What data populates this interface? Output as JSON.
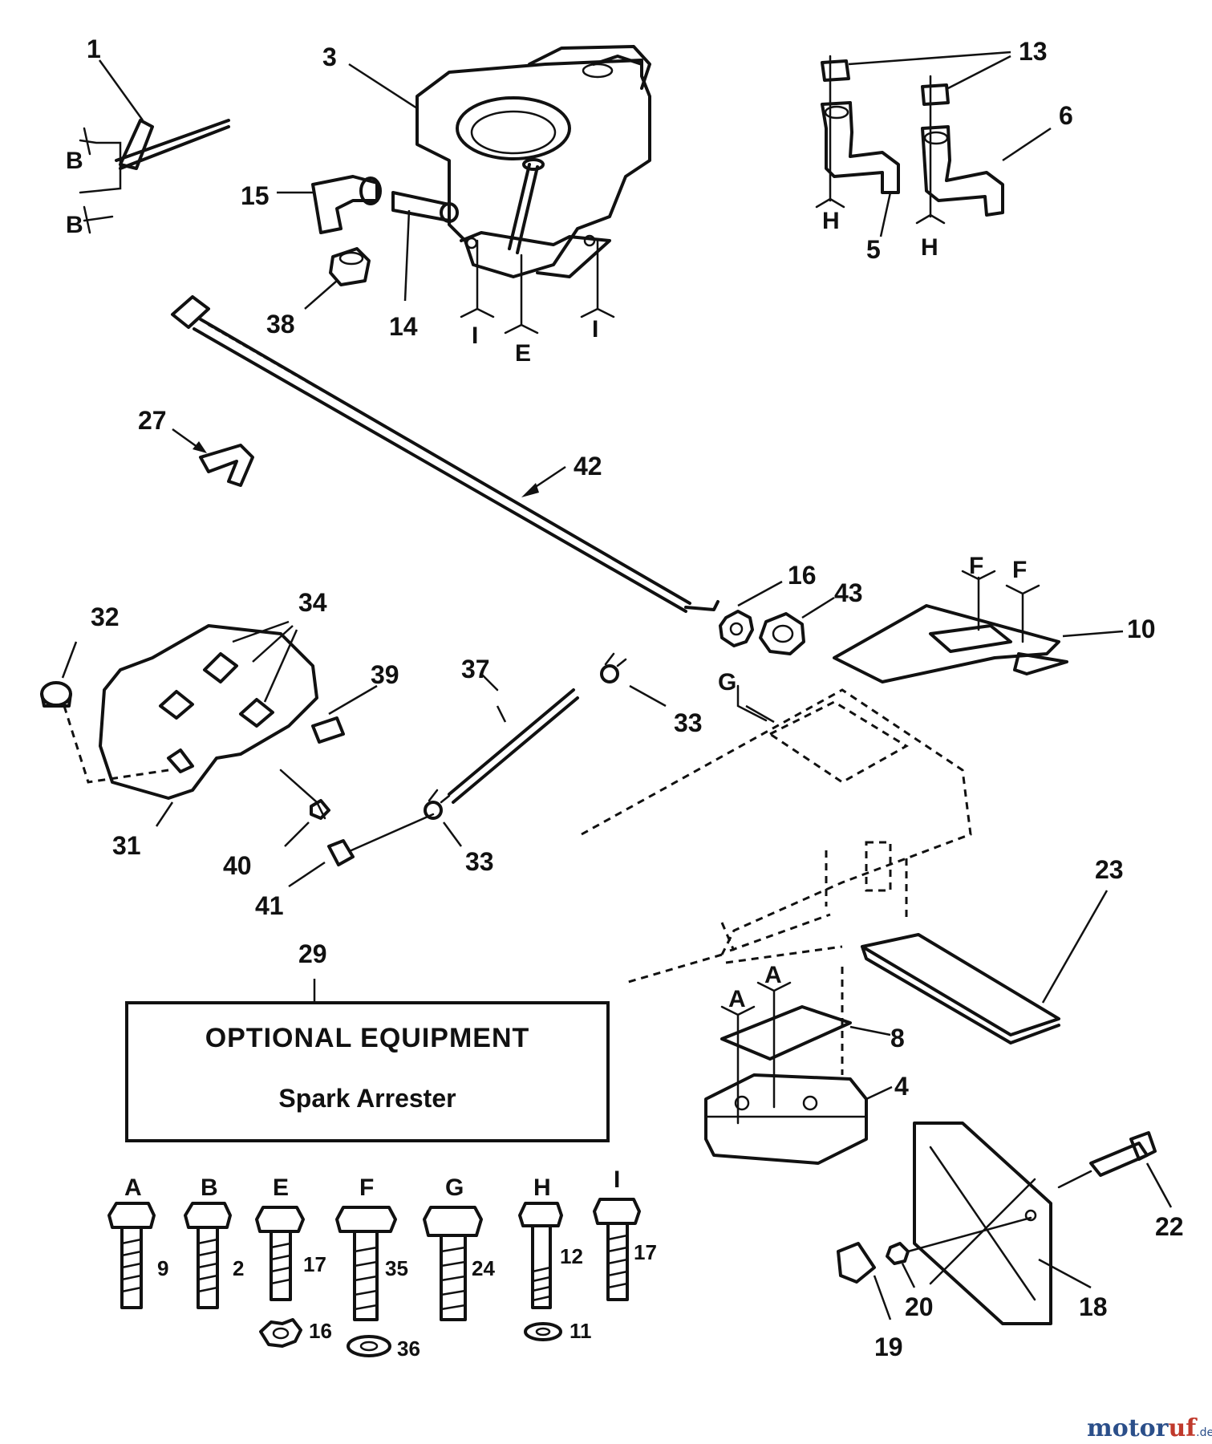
{
  "callouts": {
    "c1": "1",
    "c2": "2",
    "c3": "3",
    "c4": "4",
    "c5": "5",
    "c6": "6",
    "c8": "8",
    "c9": "9",
    "c10": "10",
    "c11": "11",
    "c12": "12",
    "c13": "13",
    "c14": "14",
    "c15": "15",
    "c16a": "16",
    "c16b": "16",
    "c17a": "17",
    "c17b": "17",
    "c18": "18",
    "c19": "19",
    "c20": "20",
    "c22": "22",
    "c23": "23",
    "c24": "24",
    "c27": "27",
    "c29": "29",
    "c31": "31",
    "c32": "32",
    "c33a": "33",
    "c33b": "33",
    "c34": "34",
    "c35": "35",
    "c36": "36",
    "c37": "37",
    "c38": "38",
    "c39": "39",
    "c40": "40",
    "c41": "41",
    "c42": "42",
    "c43": "43"
  },
  "letters": {
    "B1": "B",
    "B2": "B",
    "I1": "I",
    "I2": "I",
    "E1": "E",
    "H1": "H",
    "H2": "H",
    "F1": "F",
    "F2": "F",
    "G1": "G",
    "A1": "A",
    "A2": "A"
  },
  "optional_box": {
    "title": "OPTIONAL EQUIPMENT",
    "subtitle": "Spark Arrester"
  },
  "fastener_legend": [
    {
      "letter": "A",
      "part": "9"
    },
    {
      "letter": "B",
      "part": "2"
    },
    {
      "letter": "E",
      "part": "17",
      "washer": "16"
    },
    {
      "letter": "F",
      "part": "35",
      "washer": "36"
    },
    {
      "letter": "G",
      "part": "24"
    },
    {
      "letter": "H",
      "part": "12",
      "washer": "11"
    },
    {
      "letter": "I",
      "part": "17"
    }
  ],
  "watermark": {
    "brand_a": "motor",
    "brand_b": "uf",
    "tld": ".de"
  }
}
